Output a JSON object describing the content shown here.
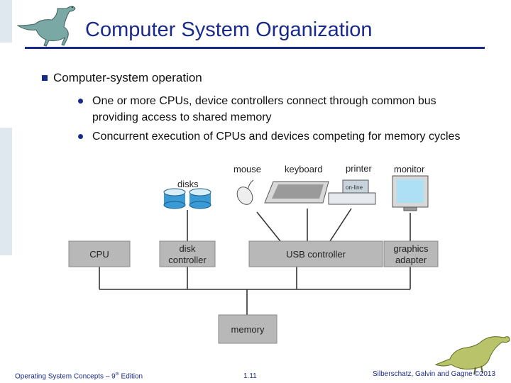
{
  "slide": {
    "title": "Computer System Organization",
    "bullet": "Computer-system operation",
    "subbullets": [
      "One or more CPUs, device controllers connect through common bus providing access to shared memory",
      "Concurrent execution of CPUs and devices competing for memory cycles"
    ]
  },
  "diagram": {
    "devices": {
      "disks": "disks",
      "mouse": "mouse",
      "keyboard": "keyboard",
      "printer": "printer",
      "monitor": "monitor",
      "printer_screen": "on-line"
    },
    "boxes": {
      "cpu": "CPU",
      "disk_controller": [
        "disk",
        "controller"
      ],
      "usb_controller": "USB controller",
      "graphics_adapter": [
        "graphics",
        "adapter"
      ],
      "memory": "memory"
    }
  },
  "footer": {
    "left_prefix": "Operating System Concepts – 9",
    "left_sup": "th",
    "left_suffix": " Edition",
    "page": "1.11",
    "right": "Silberschatz, Galvin and Gagne ©2013"
  },
  "colors": {
    "title": "#1a2a8c",
    "box_fill": "#b8b8b8",
    "disk_blue": "#3a9ad6"
  }
}
